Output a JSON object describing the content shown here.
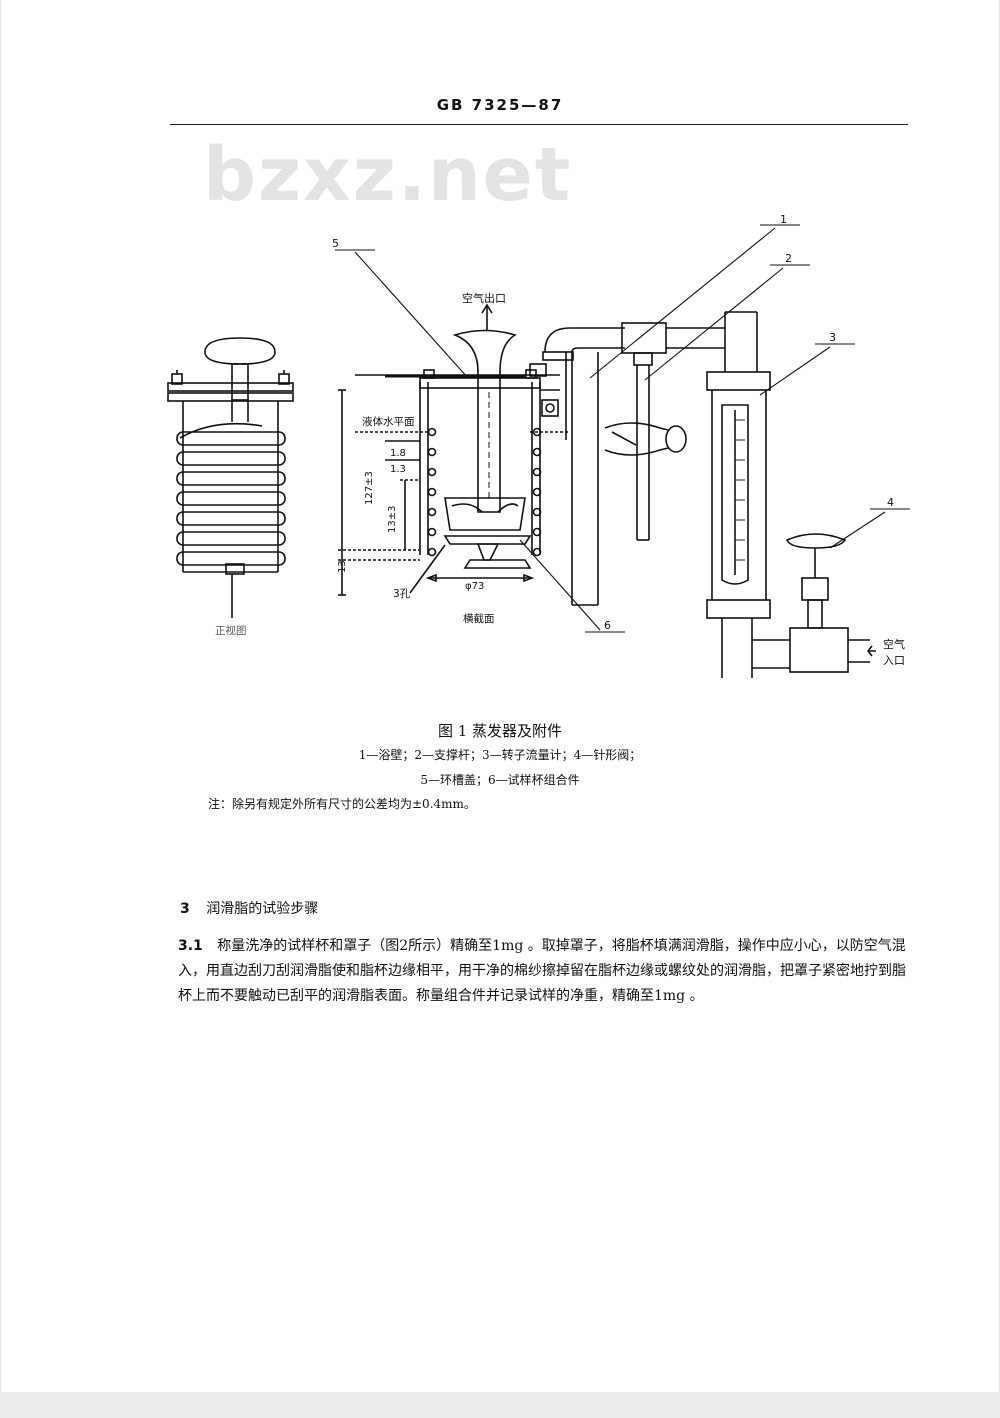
{
  "header": {
    "standard_code": "GB 7325—87"
  },
  "watermark": {
    "text": "bzxz.net"
  },
  "figure": {
    "callouts": [
      "1",
      "2",
      "3",
      "4",
      "5",
      "6"
    ],
    "label_air_outlet": "空气出口",
    "label_liquid_level": "液体水平面",
    "dim_1_8": "1.8",
    "dim_1_3": "1.3",
    "dim_127": "127±3",
    "dim_13_3": "13±3",
    "dim_13": "13",
    "dim_phi73": "φ73",
    "label_3_holes": "3孔",
    "label_cross_section": "横截面",
    "label_front_view": "正视图",
    "label_air_inlet_1": "空气",
    "label_air_inlet_2": "入口"
  },
  "caption": {
    "title": "图 1   蒸发器及附件",
    "legend_line1": "1—浴壁；2—支撑杆；3—转子流量计；4—针形阀；",
    "legend_line2": "5—环槽盖；6—试样杯组合件",
    "note": "注：除另有规定外所有尺寸的公差均为±0.4mm。"
  },
  "section": {
    "number": "3",
    "title": "润滑脂的试验步骤"
  },
  "paragraph": {
    "number": "3.1",
    "text": "称量洗净的试样杯和罩子（图2所示）精确至1mg 。取掉罩子，将脂杯填满润滑脂，操作中应小心，以防空气混入，用直边刮刀刮润滑脂使和脂杯边缘相平，用干净的棉纱擦掉留在脂杯边缘或螺纹处的润滑脂，把罩子紧密地拧到脂杯上而不要触动已刮平的润滑脂表面。称量组合件并记录试样的净重，精确至1mg 。"
  }
}
